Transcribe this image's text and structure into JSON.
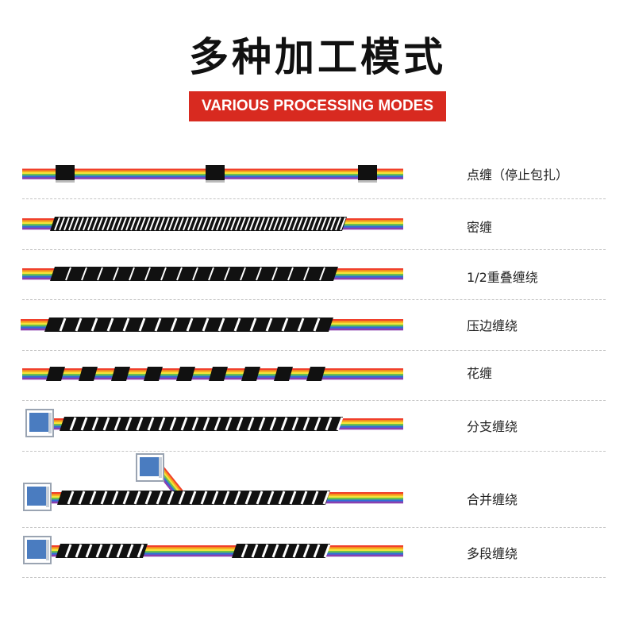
{
  "header": {
    "title": "多种加工模式",
    "subtitle": "VARIOUS PROCESSING MODES"
  },
  "modes": [
    {
      "key": "spot",
      "label": "点缠（停止包扎）",
      "icon": "spot-wrap-diagram"
    },
    {
      "key": "dense",
      "label": "密缠",
      "icon": "dense-wrap-diagram"
    },
    {
      "key": "half",
      "label": "1/2重叠缠绕",
      "icon": "half-overlap-wrap-diagram"
    },
    {
      "key": "edge",
      "label": "压边缠绕",
      "icon": "edge-press-wrap-diagram"
    },
    {
      "key": "pattern",
      "label": "花缠",
      "icon": "pattern-wrap-diagram"
    },
    {
      "key": "branch",
      "label": "分支缠绕",
      "icon": "branch-wrap-diagram"
    },
    {
      "key": "merge",
      "label": "合并缠绕",
      "icon": "merge-wrap-diagram"
    },
    {
      "key": "multi",
      "label": "多段缠绕",
      "icon": "multi-segment-wrap-diagram"
    }
  ],
  "colors": {
    "accent_red": "#d82a20",
    "tape": "#111111",
    "connector": "#4a7cc0",
    "ribbon": [
      "#f0402b",
      "#f7a21b",
      "#f4e33a",
      "#6cc24a",
      "#2f6fd6",
      "#8a3fb0"
    ]
  }
}
